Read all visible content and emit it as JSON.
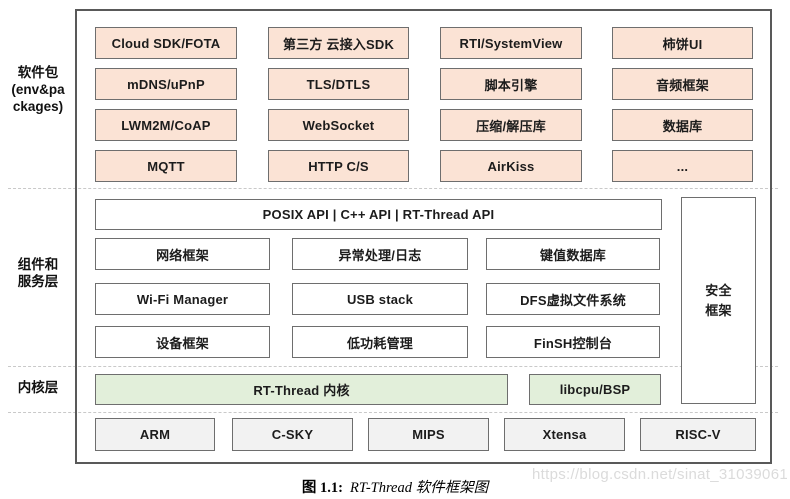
{
  "diagram": {
    "layers": {
      "packages": {
        "side_label_lines": [
          "软件包",
          "(env&pa",
          "ckages)"
        ],
        "blocks": [
          [
            "Cloud SDK/FOTA",
            "第三方 云接入SDK",
            "RTI/SystemView",
            "柿饼UI"
          ],
          [
            "mDNS/uPnP",
            "TLS/DTLS",
            "脚本引擎",
            "音频框架"
          ],
          [
            "LWM2M/CoAP",
            "WebSocket",
            "压缩/解压库",
            "数据库"
          ],
          [
            "MQTT",
            "HTTP C/S",
            "AirKiss",
            "..."
          ]
        ]
      },
      "components": {
        "side_label_lines": [
          "组件和",
          "服务层"
        ],
        "api_bar": "POSIX API  |  C++ API  |  RT-Thread API",
        "blocks": [
          [
            "网络框架",
            "异常处理/日志",
            "键值数据库"
          ],
          [
            "Wi-Fi Manager",
            "USB stack",
            "DFS虚拟文件系统"
          ],
          [
            "设备框架",
            "低功耗管理",
            "FinSH控制台"
          ]
        ],
        "security_lines": [
          "安全",
          "框架"
        ]
      },
      "kernel": {
        "side_label": "内核层",
        "kernel_block": "RT-Thread 内核",
        "libcpu_block": "libcpu/BSP"
      },
      "cpu_blocks": [
        "ARM",
        "C-SKY",
        "MIPS",
        "Xtensa",
        "RISC-V"
      ]
    },
    "caption": {
      "label": "图 1.1:",
      "title": "RT-Thread 软件框架图"
    },
    "watermark": "https://blog.csdn.net/sinat_31039061",
    "colors": {
      "package_fill": "#fbe3d5",
      "kernel_fill": "#e2efda",
      "cpu_fill": "#f2f2f2",
      "block_border": "#6e6e6e",
      "frame_border": "#595959",
      "divider": "#c9c9c9",
      "watermark_gray": "#dbdbdb"
    }
  }
}
